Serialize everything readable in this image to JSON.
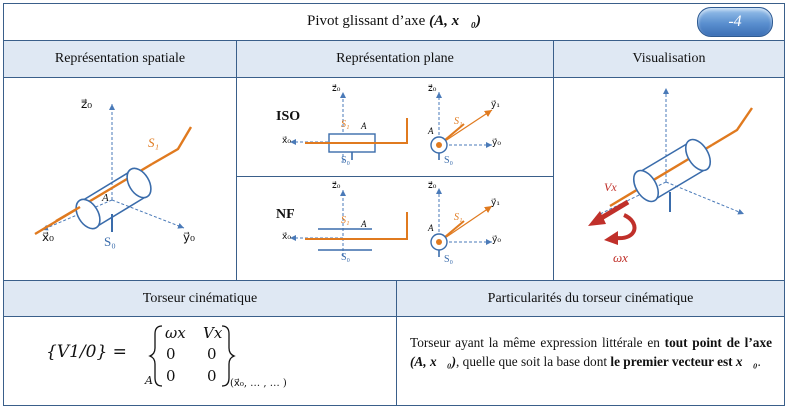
{
  "header": {
    "title_prefix": "Pivot glissant d’axe ",
    "title_math": "(A, x⃗₀)",
    "badge": "-4"
  },
  "columns": {
    "spatial": "Représentation spatiale",
    "plane": "Représentation plane",
    "visual": "Visualisation"
  },
  "plane_rows": {
    "iso": "ISO",
    "nf": "NF"
  },
  "bottom": {
    "torseur_title": "Torseur cinématique",
    "particularites_title": "Particularités du torseur cinématique"
  },
  "labels": {
    "z0": "z⃗₀",
    "x0": "x⃗₀",
    "y0": "y⃗₀",
    "y1": "y⃗₁",
    "S0": "S₀",
    "S1": "S₁",
    "A": "A",
    "Vx": "Vx",
    "omega": "ωx"
  },
  "torseur": {
    "lhs": "{V1/0} =",
    "m11": "ωx",
    "m12": "Vx",
    "m21": "0",
    "m22": "0",
    "m31": "0",
    "m32": "0",
    "point": "A",
    "base": "(x⃗₀, … , … )"
  },
  "description": {
    "p1": "Torseur ayant la même expression littérale en ",
    "b1": "tout point de l’axe ",
    "b1m": "(A, x⃗₀)",
    "p2": ", quelle que soit la base dont ",
    "b2": "le premier vecteur est ",
    "b2m": "x⃗₀",
    "p3": "."
  },
  "colors": {
    "axis": "#4a7ab8",
    "part_orange": "#e07a1f",
    "part_blue": "#3a6cab",
    "red": "#c0302a",
    "header_bg": "#dfe8f3"
  }
}
